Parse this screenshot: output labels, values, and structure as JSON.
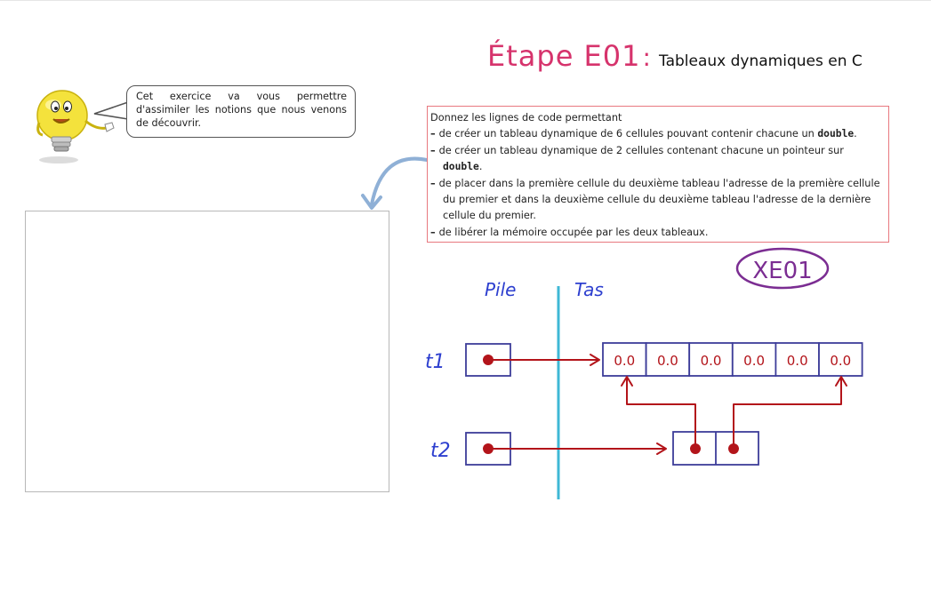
{
  "title": {
    "main": "Étape E01",
    "colon": ":",
    "subtitle": "Tableaux dynamiques en C"
  },
  "bubble": {
    "text": "Cet exercice va vous permettre d'assimiler les notions que nous venons de découvrir."
  },
  "instructions": {
    "intro": "Donnez les lignes de code permettant",
    "item1_before": "de créer un tableau dynamique de 6 cellules pouvant contenir chacune un ",
    "item1_kw": "double",
    "item1_after": ".",
    "item2_before": "de créer un tableau dynamique de 2 cellules contenant chacune un pointeur sur ",
    "item2_kw": "double",
    "item2_after": ".",
    "item3": "de placer dans la première cellule du deuxième tableau l'adresse de la première cellule du premier et dans la deuxième cellule du deuxième tableau l'adresse de la dernière cellule du premier.",
    "item4": "de libérer la mémoire occupée par les deux tableaux."
  },
  "diagram": {
    "tag": "XE01",
    "stack_label": "Pile",
    "heap_label": "Tas",
    "var_t1": "t1",
    "var_t2": "t2",
    "cells": [
      "0.0",
      "0.0",
      "0.0",
      "0.0",
      "0.0",
      "0.0"
    ]
  },
  "colors": {
    "title": "#d6336c",
    "box_border": "#3d3d99",
    "arrow": "#b3141a",
    "divider": "#3fb8d6",
    "handwriting_blue": "#2d3fcf",
    "tag_purple": "#7b2d92",
    "instructions_border": "#e8797f"
  }
}
